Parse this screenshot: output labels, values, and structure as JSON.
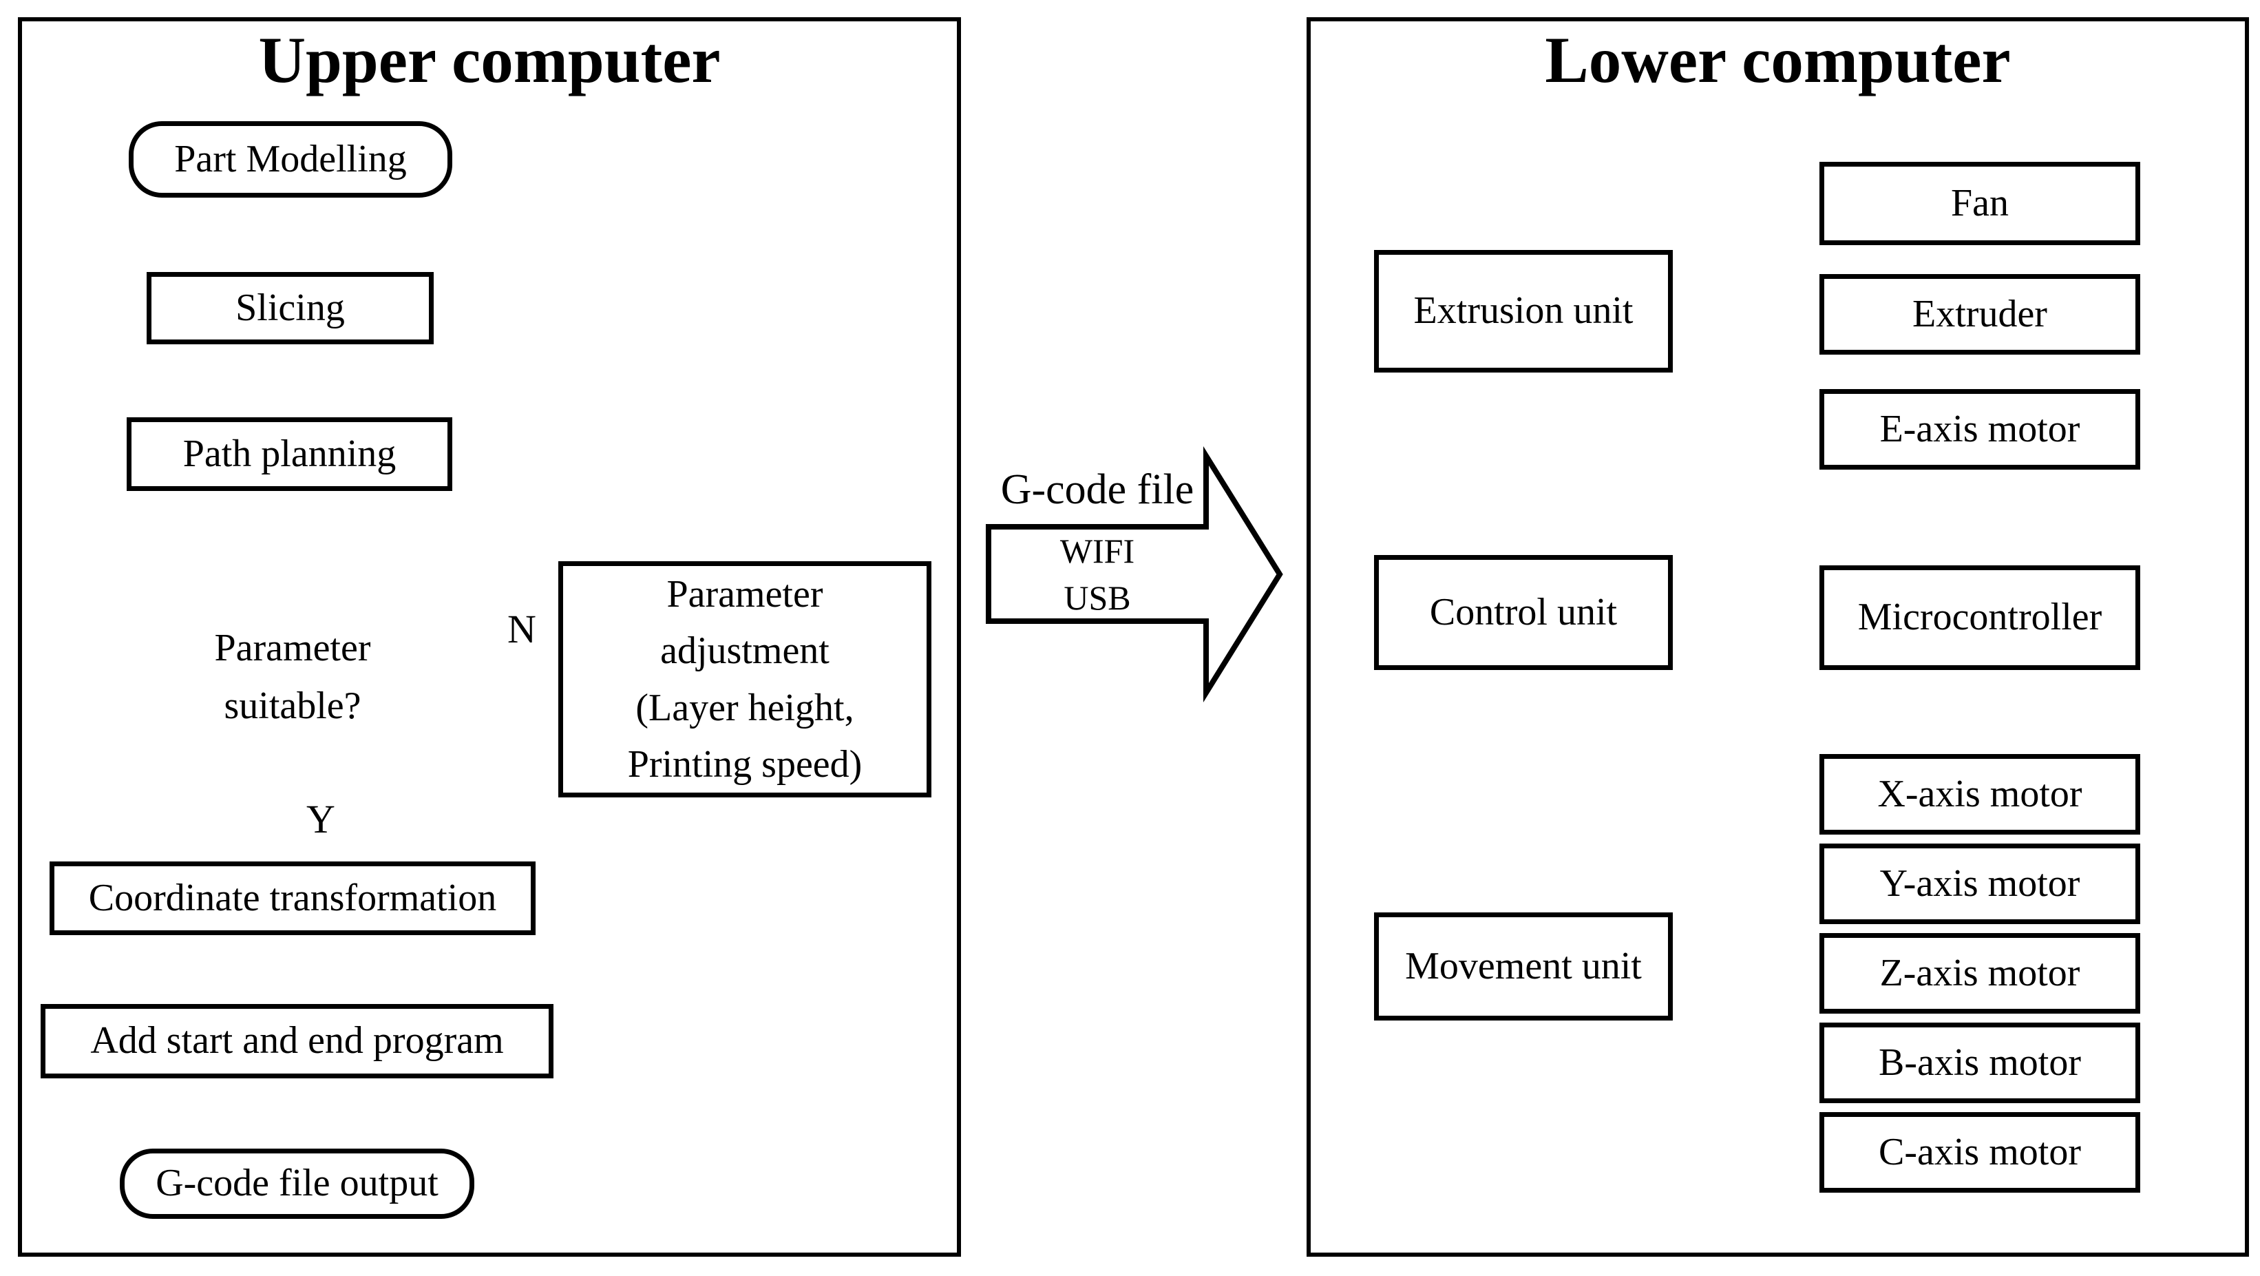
{
  "upper": {
    "title": "Upper computer",
    "part_modelling": "Part Modelling",
    "slicing": "Slicing",
    "path_planning": "Path planning",
    "decision": "Parameter\nsuitable?",
    "decision_no": "N",
    "decision_yes": "Y",
    "parameter_adjustment": "Parameter\nadjustment\n(Layer height,\nPrinting speed)",
    "coordinate_transformation": "Coordinate transformation",
    "add_start_end": "Add start and end program",
    "gcode_output": "G-code file output"
  },
  "transfer": {
    "label": "G-code file",
    "wifi": "WIFI",
    "usb": "USB"
  },
  "lower": {
    "title": "Lower computer",
    "extrusion_unit": "Extrusion unit",
    "control_unit": "Control unit",
    "movement_unit": "Movement unit",
    "extrusion_group": [
      "Fan",
      "Extruder",
      "E-axis motor"
    ],
    "control_group": [
      "Microcontroller"
    ],
    "movement_group": [
      "X-axis motor",
      "Y-axis motor",
      "Z-axis motor",
      "B-axis motor",
      "C-axis motor"
    ],
    "colors": {
      "extrusion_group": "#ff0000",
      "control_group": "#00a651",
      "movement_group": "#1b75bc",
      "line": "#000000"
    }
  }
}
